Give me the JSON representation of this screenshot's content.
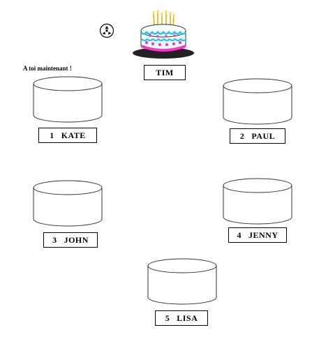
{
  "instruction": "A toi maintenant !",
  "center_cake": {
    "name": "TIM"
  },
  "cakes": [
    {
      "number": "1",
      "name": "KATE"
    },
    {
      "number": "2",
      "name": "PAUL"
    },
    {
      "number": "3",
      "name": "JOHN"
    },
    {
      "number": "4",
      "name": "JENNY"
    },
    {
      "number": "5",
      "name": "LISA"
    }
  ],
  "icons": {
    "audio": "speaker-icon",
    "cake": "birthday-cake-icon"
  },
  "colors": {
    "frosting": "#ff33cc",
    "cake_body": "#e6ffff",
    "plate": "#222222",
    "candle": "#ffcc33"
  }
}
